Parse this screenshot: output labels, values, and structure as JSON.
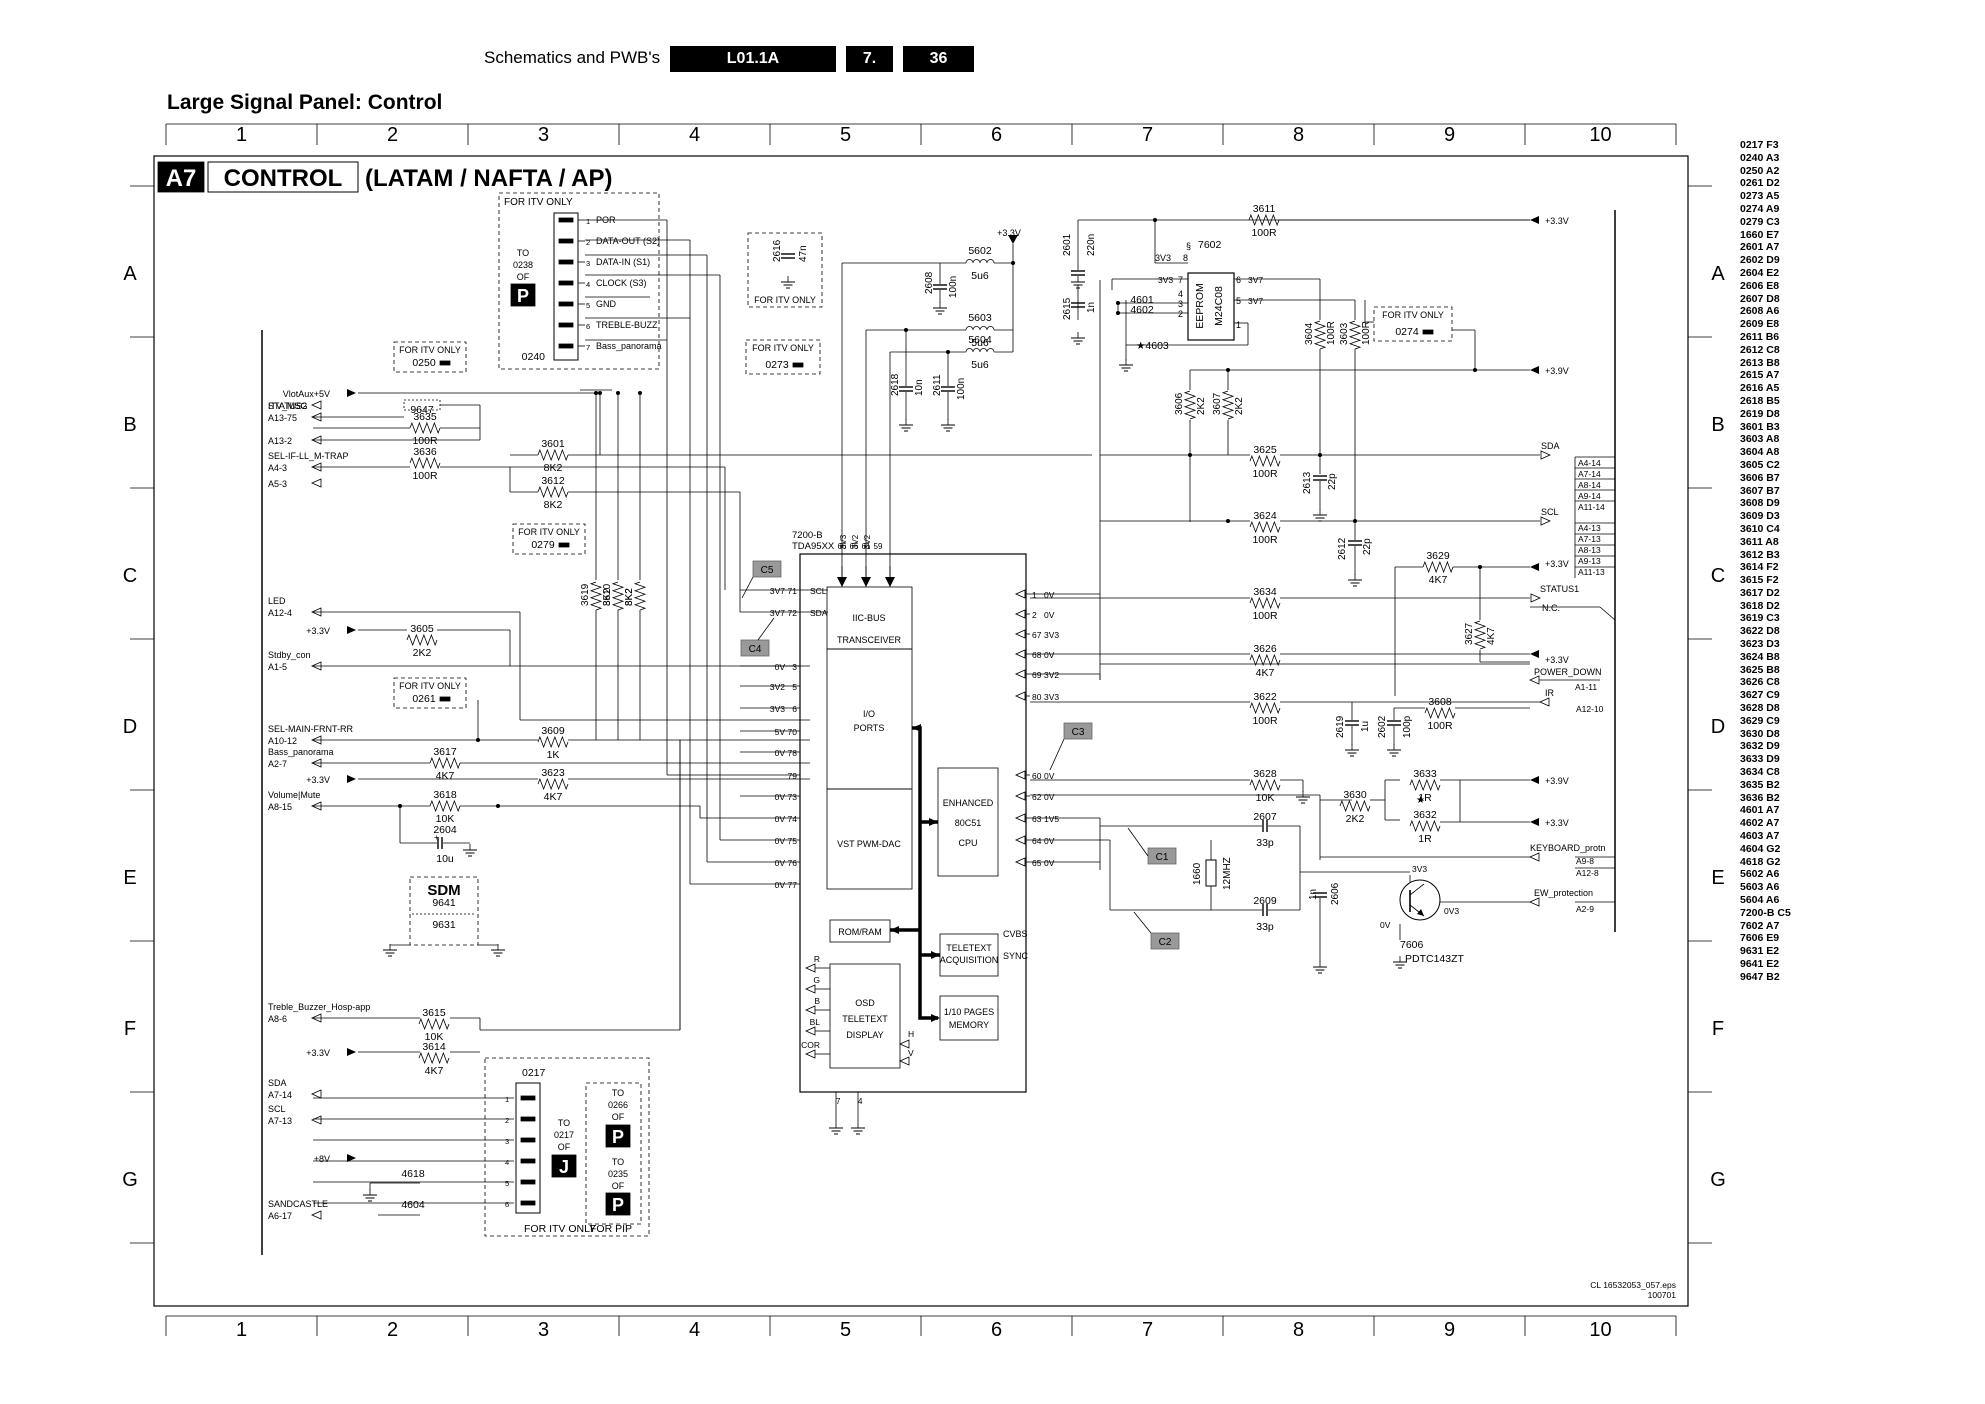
{
  "header": {
    "text": "Schematics and PWB's",
    "doc_code": "L01.1A",
    "section": "7.",
    "page": "36"
  },
  "page_title": "Large Signal Panel: Control",
  "diagram": {
    "badge": "A7",
    "title": "CONTROL",
    "subtitle": "(LATAM / NAFTA / AP)",
    "columns": [
      "1",
      "2",
      "3",
      "4",
      "5",
      "6",
      "7",
      "8",
      "9",
      "10"
    ],
    "rows": [
      "A",
      "B",
      "C",
      "D",
      "E",
      "F",
      "G"
    ],
    "footer_file": "CL 16532053_057.eps",
    "footer_date": "100701",
    "labels": {
      "for_itv_only": "FOR ITV ONLY",
      "for_pip": "FOR PIP",
      "to": "TO",
      "of": "OF",
      "p": "P",
      "j": "J",
      "nc": "N.C.",
      "sdm": "SDM"
    },
    "connector_0240": {
      "ref": "0240",
      "dest_ref": "0238",
      "pins": [
        "POR",
        "DATA-OUT (S2)",
        "DATA-IN (S1)",
        "CLOCK (S3)",
        "GND",
        "TREBLE-BUZZ",
        "Bass_panorama"
      ]
    },
    "connector_0217": {
      "ref": "0217",
      "pins": [
        "1",
        "2",
        "3",
        "4",
        "5",
        "6"
      ],
      "dest_a": "0217",
      "dest_b": "0266",
      "dest_c": "0235"
    },
    "left_signals": [
      {
        "net": "VlotAux+5V"
      },
      {
        "net": "ITV_MSG"
      },
      {
        "net": "STATUS2",
        "ref": "A13-75"
      },
      {
        "net": "",
        "ref": "A13-2"
      },
      {
        "net": "SEL-IF-LL_M-TRAP",
        "ref": "A4-3"
      },
      {
        "net": "",
        "ref": "A5-3"
      },
      {
        "net": "LED",
        "ref": "A12-4"
      },
      {
        "net": "+3.3V"
      },
      {
        "net": "Stdby_con",
        "ref": "A1-5"
      },
      {
        "net": "SEL-MAIN-FRNT-RR",
        "ref": "A10-12"
      },
      {
        "net": "Bass_panorama",
        "ref": "A2-7"
      },
      {
        "net": "+3.3V"
      },
      {
        "net": "Volume|Mute",
        "ref": "A8-15"
      },
      {
        "net": "Treble_Buzzer_Hosp-app",
        "ref": "A8-6"
      },
      {
        "net": "+3.3V"
      },
      {
        "net": "SDA",
        "ref": "A7-14"
      },
      {
        "net": "SCL",
        "ref": "A7-13"
      },
      {
        "net": "+8V"
      },
      {
        "net": "SANDCASTLE",
        "ref": "A6-17"
      }
    ],
    "right_signals": [
      {
        "net": "+3.3V"
      },
      {
        "net": "+3.9V"
      },
      {
        "net": "SDA"
      },
      {
        "net": "A4-14"
      },
      {
        "net": "A7-14"
      },
      {
        "net": "A8-14"
      },
      {
        "net": "A9-14"
      },
      {
        "net": "A11-14"
      },
      {
        "net": "SCL"
      },
      {
        "net": "A4-13"
      },
      {
        "net": "A7-13"
      },
      {
        "net": "A8-13"
      },
      {
        "net": "A9-13"
      },
      {
        "net": "A11-13"
      },
      {
        "net": "+3.3V"
      },
      {
        "net": "STATUS1"
      },
      {
        "net": "+3.3V"
      },
      {
        "net": "POWER_DOWN"
      },
      {
        "net": "A1-11"
      },
      {
        "net": "IR"
      },
      {
        "net": "A12-10"
      },
      {
        "net": "+3.9V"
      },
      {
        "net": "+3.3V"
      },
      {
        "net": "KEYBOARD_protn"
      },
      {
        "net": "A9-8"
      },
      {
        "net": "A12-8"
      },
      {
        "net": "EW_protection"
      },
      {
        "net": "A2-9"
      }
    ],
    "components": [
      {
        "ref": "9647",
        "value": ""
      },
      {
        "ref": "3635",
        "value": "100R"
      },
      {
        "ref": "3636",
        "value": "100R"
      },
      {
        "ref": "3601",
        "value": "8K2"
      },
      {
        "ref": "3612",
        "value": "8K2"
      },
      {
        "ref": "3605",
        "value": "2K2"
      },
      {
        "ref": "3609",
        "value": "1K"
      },
      {
        "ref": "3617",
        "value": "4K7"
      },
      {
        "ref": "3623",
        "value": "4K7"
      },
      {
        "ref": "3618",
        "value": "10K"
      },
      {
        "ref": "2604",
        "value": "10u"
      },
      {
        "ref": "3615",
        "value": "10K"
      },
      {
        "ref": "3614",
        "value": "4K7"
      },
      {
        "ref": "4618",
        "value": ""
      },
      {
        "ref": "4604",
        "value": ""
      },
      {
        "ref": "3619",
        "value": "8K2"
      },
      {
        "ref": "3610",
        "value": "8K2"
      },
      {
        "ref": "8K2",
        "value": ""
      },
      {
        "ref": "2616",
        "value": "47n"
      },
      {
        "ref": "5602",
        "value": "5u6"
      },
      {
        "ref": "5603",
        "value": "5u6"
      },
      {
        "ref": "5604",
        "value": "5u6"
      },
      {
        "ref": "2608",
        "value": "100n"
      },
      {
        "ref": "2618",
        "value": "10n"
      },
      {
        "ref": "2611",
        "value": "100n"
      },
      {
        "ref": "2601",
        "value": "220n"
      },
      {
        "ref": "2615",
        "value": "1n"
      },
      {
        "ref": "3611",
        "value": "100R"
      },
      {
        "ref": "4601",
        "value": ""
      },
      {
        "ref": "4602",
        "value": ""
      },
      {
        "ref": "4603",
        "value": ""
      },
      {
        "ref": "3604",
        "value": "100R"
      },
      {
        "ref": "3603",
        "value": "100R"
      },
      {
        "ref": "3606",
        "value": "2K2"
      },
      {
        "ref": "3607",
        "value": "2K2"
      },
      {
        "ref": "3625",
        "value": "100R"
      },
      {
        "ref": "2613",
        "value": "22p"
      },
      {
        "ref": "3624",
        "value": "100R"
      },
      {
        "ref": "2612",
        "value": "22p"
      },
      {
        "ref": "3629",
        "value": "4K7"
      },
      {
        "ref": "3634",
        "value": "100R"
      },
      {
        "ref": "3627",
        "value": "4K7"
      },
      {
        "ref": "3626",
        "value": "4K7"
      },
      {
        "ref": "3622",
        "value": "100R"
      },
      {
        "ref": "2619",
        "value": "1u"
      },
      {
        "ref": "2602",
        "value": "100p"
      },
      {
        "ref": "3608",
        "value": "100R"
      },
      {
        "ref": "3628",
        "value": "10K"
      },
      {
        "ref": "3630",
        "value": "2K2"
      },
      {
        "ref": "3633",
        "value": "1R"
      },
      {
        "ref": "3632",
        "value": "1R"
      },
      {
        "ref": "2607",
        "value": "33p"
      },
      {
        "ref": "2609",
        "value": "33p"
      },
      {
        "ref": "1660",
        "value": "12MHZ"
      },
      {
        "ref": "2606",
        "value": "1n"
      },
      {
        "ref": "7606",
        "value": "PDTC143ZT"
      },
      {
        "ref": "0250",
        "value": ""
      },
      {
        "ref": "0273",
        "value": ""
      },
      {
        "ref": "0279",
        "value": ""
      },
      {
        "ref": "0261",
        "value": ""
      },
      {
        "ref": "0274",
        "value": ""
      },
      {
        "ref": "9641",
        "value": ""
      },
      {
        "ref": "9631",
        "value": ""
      }
    ],
    "eeprom": {
      "ref": "7602",
      "part": "M24C08",
      "label": "EEPROM",
      "vcc": "3V3",
      "pins": [
        "8",
        "7",
        "4",
        "3",
        "2",
        "1",
        "6",
        "5"
      ],
      "pin_volts": [
        "3V3",
        "3V7",
        "3V7"
      ]
    },
    "ic_7200": {
      "ref": "7200-B",
      "part": "TDA95XX",
      "top_pins": [
        {
          "num": "66",
          "v": "3V3"
        },
        {
          "num": "65",
          "v": "3V2"
        },
        {
          "num": "61",
          "v": "3V2"
        },
        {
          "num": "59",
          "v": ""
        }
      ],
      "left_pins": [
        {
          "num": "71",
          "v": "3V7",
          "name": "SCL"
        },
        {
          "num": "72",
          "v": "3V7",
          "name": "SDA"
        },
        {
          "num": "3",
          "v": "0V"
        },
        {
          "num": "5",
          "v": "3V2"
        },
        {
          "num": "6",
          "v": "3V3"
        },
        {
          "num": "70",
          "v": "5V"
        },
        {
          "num": "78",
          "v": "0V"
        },
        {
          "num": "79",
          "v": ""
        },
        {
          "num": "73",
          "v": "0V"
        },
        {
          "num": "74",
          "v": "0V"
        },
        {
          "num": "75",
          "v": "0V"
        },
        {
          "num": "76",
          "v": "0V"
        },
        {
          "num": "77",
          "v": "0V"
        }
      ],
      "right_pins": [
        {
          "num": "1",
          "v": "0V"
        },
        {
          "num": "2",
          "v": "0V"
        },
        {
          "num": "67",
          "v": "3V3"
        },
        {
          "num": "68",
          "v": "0V"
        },
        {
          "num": "69",
          "v": "3V2"
        },
        {
          "num": "80",
          "v": "3V3"
        },
        {
          "num": "60",
          "v": "0V"
        },
        {
          "num": "62",
          "v": "0V"
        },
        {
          "num": "63",
          "v": "1V5"
        },
        {
          "num": "64",
          "v": "0V"
        },
        {
          "num": "65",
          "v": "0V"
        }
      ],
      "bottom_pins": [
        "7",
        "4"
      ],
      "blocks": [
        "IIC-BUS",
        "TRANSCEIVER",
        "I/O",
        "PORTS",
        "VST PWM-DAC",
        "ENHANCED",
        "80C51",
        "CPU",
        "ROM/RAM",
        "TELETEXT",
        "ACQUISITION",
        "CVBS",
        "SYNC",
        "OSD",
        "TELETEXT",
        "DISPLAY",
        "1/10 PAGES",
        "MEMORY"
      ],
      "osd_pins": [
        "R",
        "G",
        "B",
        "BL",
        "COR",
        "H",
        "V"
      ]
    },
    "callouts": [
      "C5",
      "C4",
      "C3",
      "C1",
      "C2"
    ],
    "voltages": {
      "q_c": "3V3",
      "q_b": "0V3",
      "q_e": "0V"
    },
    "supply_labels": {
      "v33": "+3.3V"
    }
  },
  "index_list": [
    "0217 F3",
    "0240 A3",
    "0250 A2",
    "0261 D2",
    "0273 A5",
    "0274 A9",
    "0279 C3",
    "1660 E7",
    "2601 A7",
    "2602 D9",
    "2604 E2",
    "2606 E8",
    "2607 D8",
    "2608 A6",
    "2609 E8",
    "2611 B6",
    "2612 C8",
    "2613 B8",
    "2615 A7",
    "2616 A5",
    "2618 B5",
    "2619 D8",
    "3601 B3",
    "3603 A8",
    "3604 A8",
    "3605 C2",
    "3606 B7",
    "3607 B7",
    "3608 D9",
    "3609 D3",
    "3610 C4",
    "3611 A8",
    "3612 B3",
    "3614 F2",
    "3615 F2",
    "3617 D2",
    "3618 D2",
    "3619 C3",
    "3622 D8",
    "3623 D3",
    "3624 B8",
    "3625 B8",
    "3626 C8",
    "3627 C9",
    "3628 D8",
    "3629 C9",
    "3630 D8",
    "3632 D9",
    "3633 D9",
    "3634 C8",
    "3635 B2",
    "3636 B2",
    "4601 A7",
    "4602 A7",
    "4603 A7",
    "4604 G2",
    "4618 G2",
    "5602 A6",
    "5603 A6",
    "5604 A6",
    "7200-B C5",
    "7602 A7",
    "7606 E9",
    "9631 E2",
    "9641 E2",
    "9647 B2"
  ]
}
